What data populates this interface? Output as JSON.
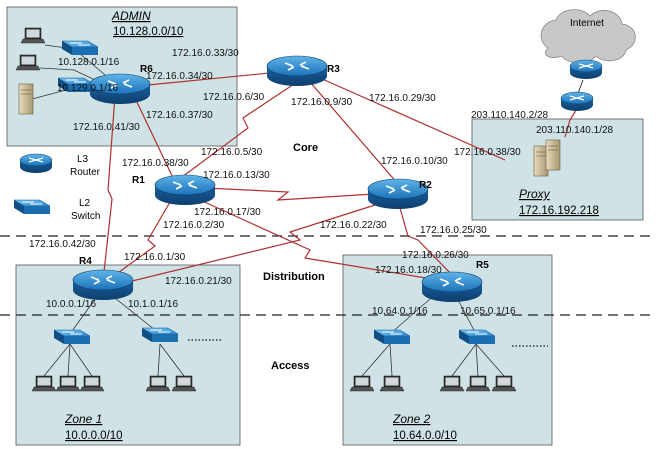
{
  "zones": {
    "admin": {
      "title": "ADMIN",
      "network": "10.128.0.0/10"
    },
    "zone1": {
      "title": "Zone 1",
      "network": "10.0.0.0/10"
    },
    "zone2": {
      "title": "Zone 2",
      "network": "10.64.0.0/10"
    },
    "proxy": {
      "title": "Proxy",
      "network": "172.16.192.218"
    }
  },
  "tiers": {
    "core": "Core",
    "distribution": "Distribution",
    "access": "Access"
  },
  "internet": "Internet",
  "legend": {
    "l3_line1": "L3",
    "l3_line2": "Router",
    "l2_line1": "L2",
    "l2_line2": "Switch"
  },
  "routers": {
    "r1": "R1",
    "r2": "R2",
    "r3": "R3",
    "r4": "R4",
    "r5": "R5",
    "r6": "R6"
  },
  "addresses": {
    "admin_sw1": "10.128.0.1/16",
    "admin_sw2": "10.129.0.1/16",
    "r6_r3": "172.16.0.34/30",
    "r3_r6": "172.16.0.33/30",
    "r3_r1": "172.16.0.6/30",
    "r6_r1": "172.16.0.37/30",
    "r6_r4": "172.16.0.41/30",
    "r3_r2": "172.16.0.9/30",
    "r3_proxy": "172.16.0.29/30",
    "proxy_r3": "172.16.0.38/30",
    "inet_a": "203.110.140.2/28",
    "inet_b": "203.110.140.1/28",
    "r1_r3": "172.16.0.5/30",
    "r1_r6": "172.16.0.38/30",
    "r1_r2": "172.16.0.13/30",
    "r2_r3": "172.16.0.10/30",
    "r1_r5": "172.16.0.17/30",
    "r1_r4": "172.16.0.2/30",
    "r2_r4": "172.16.0.22/30",
    "r2_r5": "172.16.0.25/30",
    "r4_r6": "172.16.0.42/30",
    "r4_r1": "172.16.0.1/30",
    "r4_r2": "172.16.0.21/30",
    "r5_r2": "172.16.0.26/30",
    "r5_r1": "172.16.0.18/30",
    "z1_sw1": "10.0.0.1/16",
    "z1_sw2": "10.1.0.1/16",
    "z2_sw1": "10.64.0.1/16",
    "z2_sw2": "10.65.0.1/16"
  }
}
